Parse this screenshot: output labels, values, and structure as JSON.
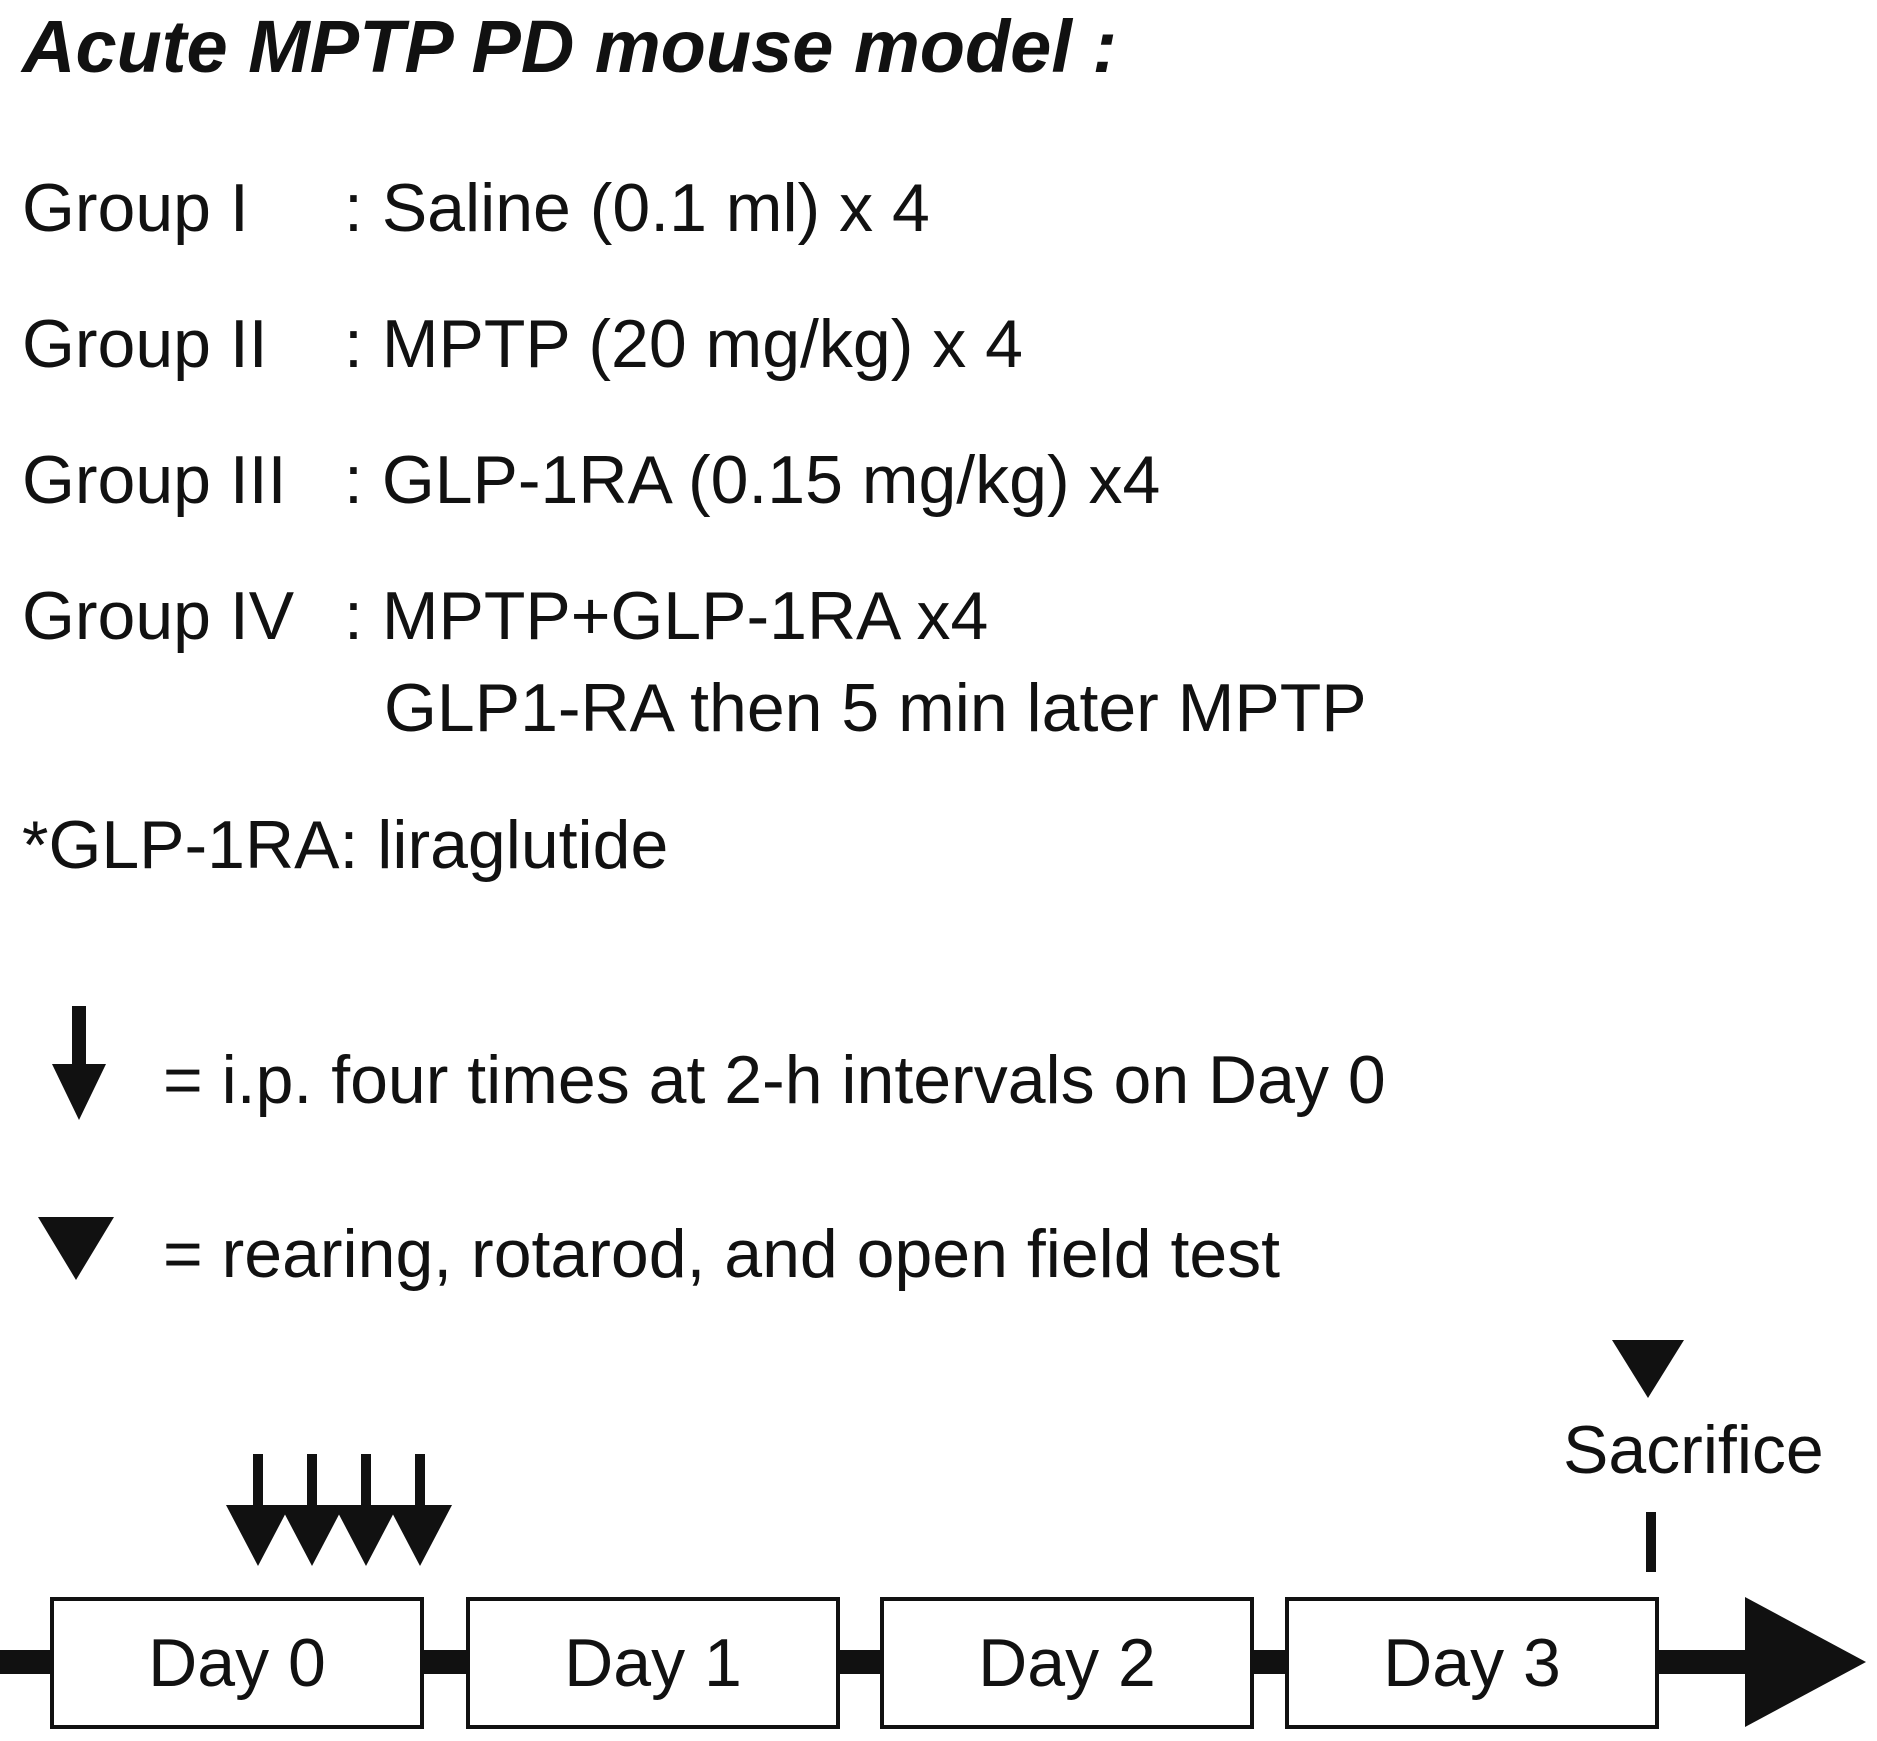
{
  "title": "Acute MPTP PD mouse model :",
  "groups": [
    {
      "label": "Group I",
      "sep": ":",
      "text": "Saline (0.1 ml) x 4"
    },
    {
      "label": "Group II",
      "sep": ":",
      "text": "MPTP (20 mg/kg) x 4"
    },
    {
      "label": "Group III",
      "sep": ":",
      "text": "GLP-1RA (0.15 mg/kg) x4"
    },
    {
      "label": "Group IV",
      "sep": ":",
      "text": "MPTP+GLP-1RA  x4",
      "continuation": "GLP1-RA then 5 min later MPTP"
    }
  ],
  "footnote": "*GLP-1RA: liraglutide",
  "legend": {
    "arrow": "= i.p. four times at 2-h intervals on Day 0",
    "triangle": "= rearing, rotarod, and open field test"
  },
  "timeline": {
    "days": [
      "Day 0",
      "Day 1",
      "Day 2",
      "Day 3"
    ],
    "sacrifice": "Sacrifice",
    "injection_count": 4
  },
  "icons": {
    "injection": "down-arrow-icon",
    "behavior_test": "down-triangle-icon",
    "time_axis": "right-arrow-icon"
  }
}
